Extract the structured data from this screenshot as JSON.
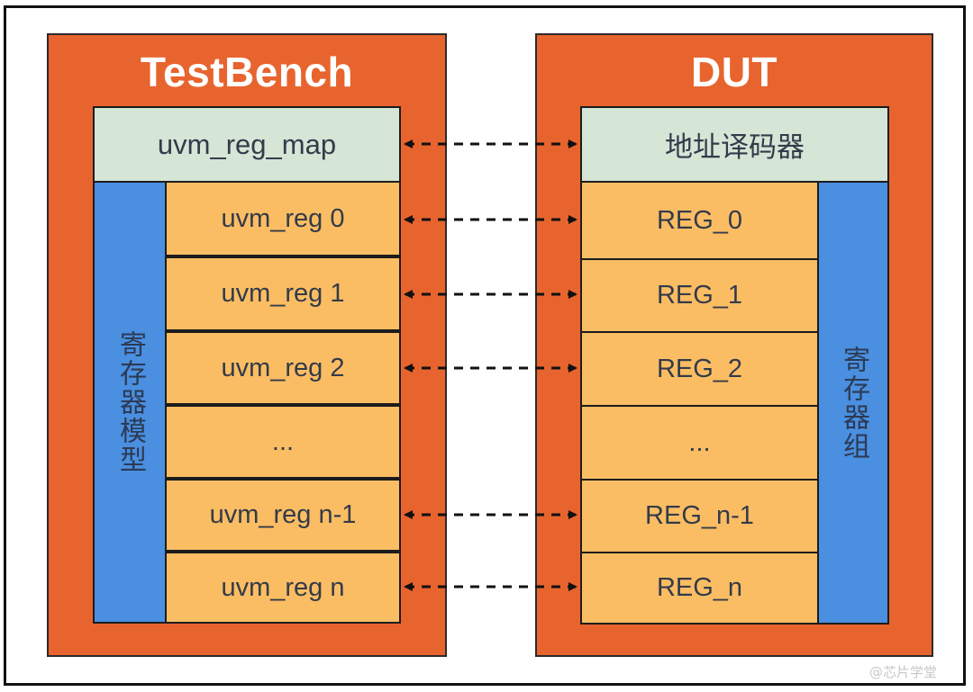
{
  "testbench": {
    "title": "TestBench",
    "map_label": "uvm_reg_map",
    "side_label": "寄存器模型",
    "rows": [
      "uvm_reg 0",
      "uvm_reg 1",
      "uvm_reg 2",
      "...",
      "uvm_reg n-1",
      "uvm_reg n"
    ]
  },
  "dut": {
    "title": "DUT",
    "decoder_label": "地址译码器",
    "side_label": "寄存器组",
    "rows": [
      "REG_0",
      "REG_1",
      "REG_2",
      "...",
      "REG_n-1",
      "REG_n"
    ]
  },
  "connections": [
    {
      "from": "uvm_reg_map",
      "to": "地址译码器"
    },
    {
      "from": "uvm_reg 0",
      "to": "REG_0"
    },
    {
      "from": "uvm_reg 1",
      "to": "REG_1"
    },
    {
      "from": "uvm_reg 2",
      "to": "REG_2"
    },
    {
      "from": "uvm_reg n-1",
      "to": "REG_n-1"
    },
    {
      "from": "uvm_reg n",
      "to": "REG_n"
    }
  ],
  "watermark": "@芯片学堂",
  "colors": {
    "panel": "#e8642e",
    "map": "#d5e5d6",
    "register": "#fbbd63",
    "side_bar": "#4a8fe0",
    "arrow": "#111111"
  }
}
